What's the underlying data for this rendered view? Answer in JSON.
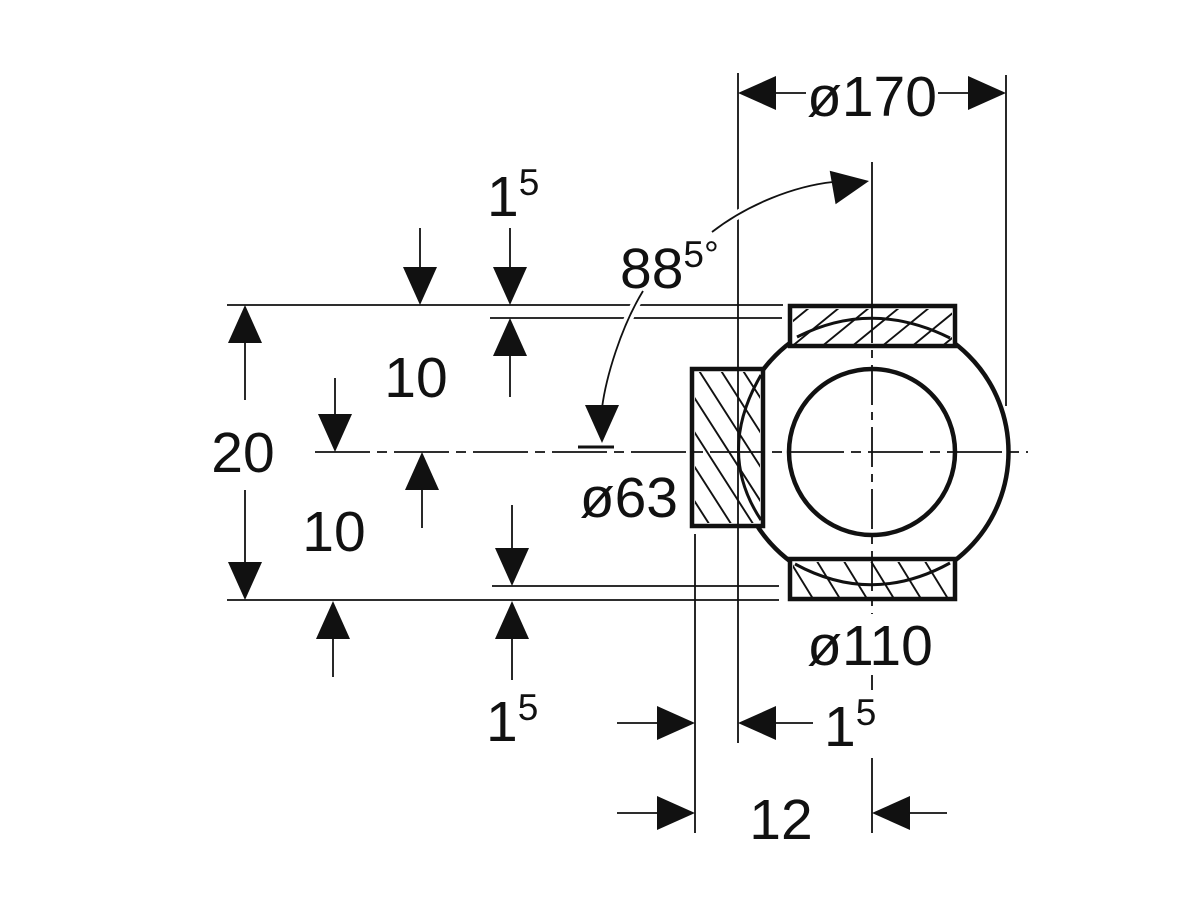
{
  "drawing": {
    "type": "technical-dimension-drawing",
    "colors": {
      "ink": "#111111",
      "background": "#ffffff"
    },
    "labels": {
      "dia_top": "ø170",
      "angle": {
        "base": "88",
        "sup": "5°"
      },
      "gap_top": {
        "base": "1",
        "sup": "5"
      },
      "height_total": "20",
      "height_upper": "10",
      "height_lower": "10",
      "gap_bottom_left": {
        "base": "1",
        "sup": "5"
      },
      "dia_side": "ø63",
      "dia_bottom": "ø110",
      "gap_bottom_right": {
        "base": "1",
        "sup": "5"
      },
      "offset_bottom": "12"
    }
  }
}
